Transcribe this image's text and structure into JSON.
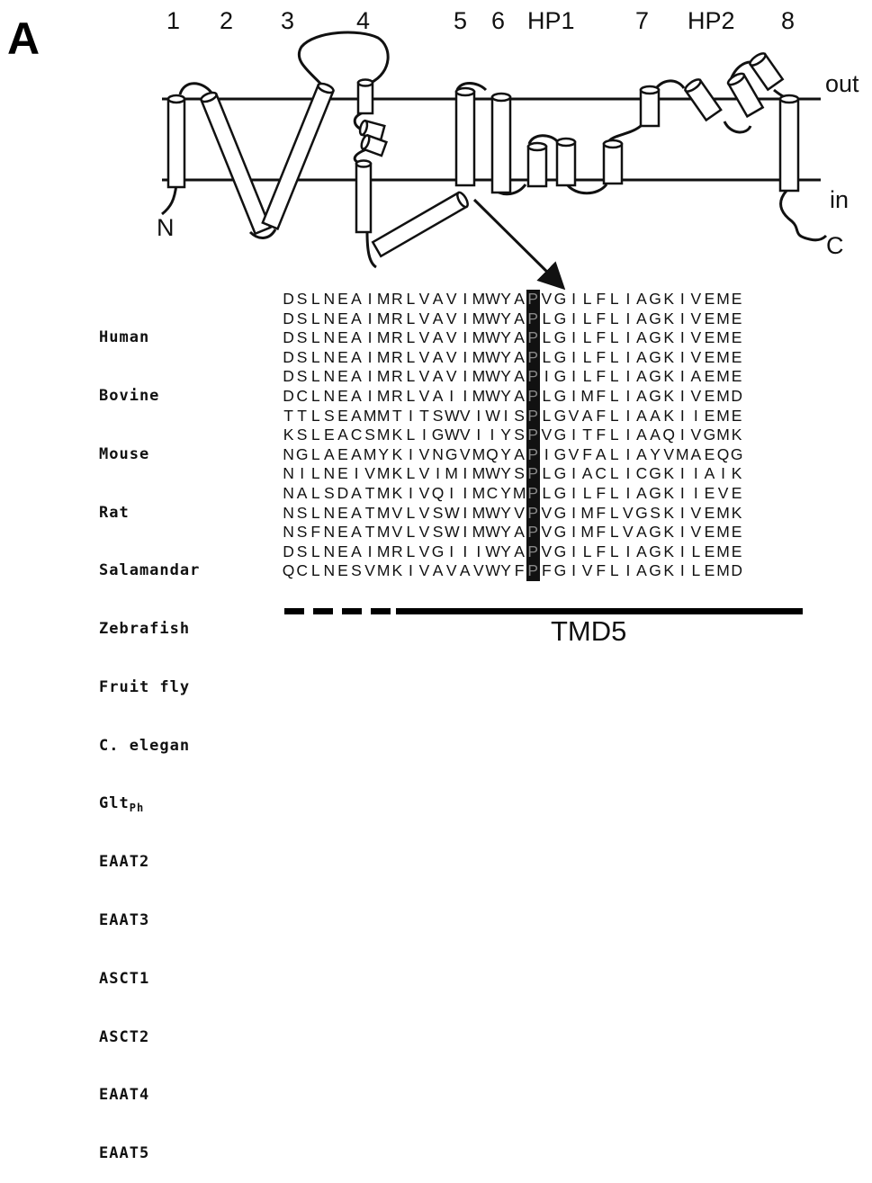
{
  "panel_letter": "A",
  "tm_labels": [
    "1",
    "2",
    "3",
    "4",
    "5",
    "6",
    "HP1",
    "7",
    "HP2",
    "8"
  ],
  "side_labels": {
    "out": "out",
    "in": "in",
    "n_term": "N",
    "c_term": "C"
  },
  "species": [
    "Human",
    "Bovine",
    "Mouse",
    "Rat",
    "Salamandar",
    "Zebrafish",
    "Fruit fly",
    "C. elegan",
    "Glt",
    "EAAT2",
    "EAAT3",
    "ASCT1",
    "ASCT2",
    "EAAT4",
    "EAAT5"
  ],
  "species_subscript": "Ph",
  "sequences": [
    "DSLNEAIMRLVAVIMWYAPVGILFLIAGKIVEME",
    "DSLNEAIMRLVAVIMWYAPLGILFLIAGKIVEME",
    "DSLNEAIMRLVAVIMWYAPLGILFLIAGKIVEME",
    "DSLNEAIMRLVAVIMWYAPLGILFLIAGKIVEME",
    "DSLNEAIMRLVAVIMWYAPIGILFLIAGKIAEME",
    "DCLNEAIMRLVAIIMWYAPLGIMFLIAGKIVEMD",
    "TTLSEAMMTITSWVIWISPLGVAFLIAAKIIEME",
    "KSLEACSMKLIGWVIIYSPVGITFLIAAQIVGMK",
    "NGLAEAMYKIVNGVMQYAPIGVFALIAYVMAEQG",
    "NILNEIVMKLVIMIMWYSPLGIACLICGKIIAIK",
    "NALSDATMKIVQIIMCYMPLGILFLIAGKIIEVE",
    "NSLNEATMVLVSWIMWYVPVGIMFLVGSKIVEMK",
    "NSFNEATMVLVSWIMWYAPVGIMFLVAGKIVEME",
    "DSLNEAIMRLVGIIIWYAPVGILFLIAGKILEME",
    "QCLNESVMKIVAVAVWYFPFGIVFLIAGKILEMD"
  ],
  "highlight_column": 18,
  "tmd_label": "TMD5",
  "colors": {
    "line": "#111111",
    "helix_fill": "#ffffff",
    "highlight": "#111111"
  }
}
